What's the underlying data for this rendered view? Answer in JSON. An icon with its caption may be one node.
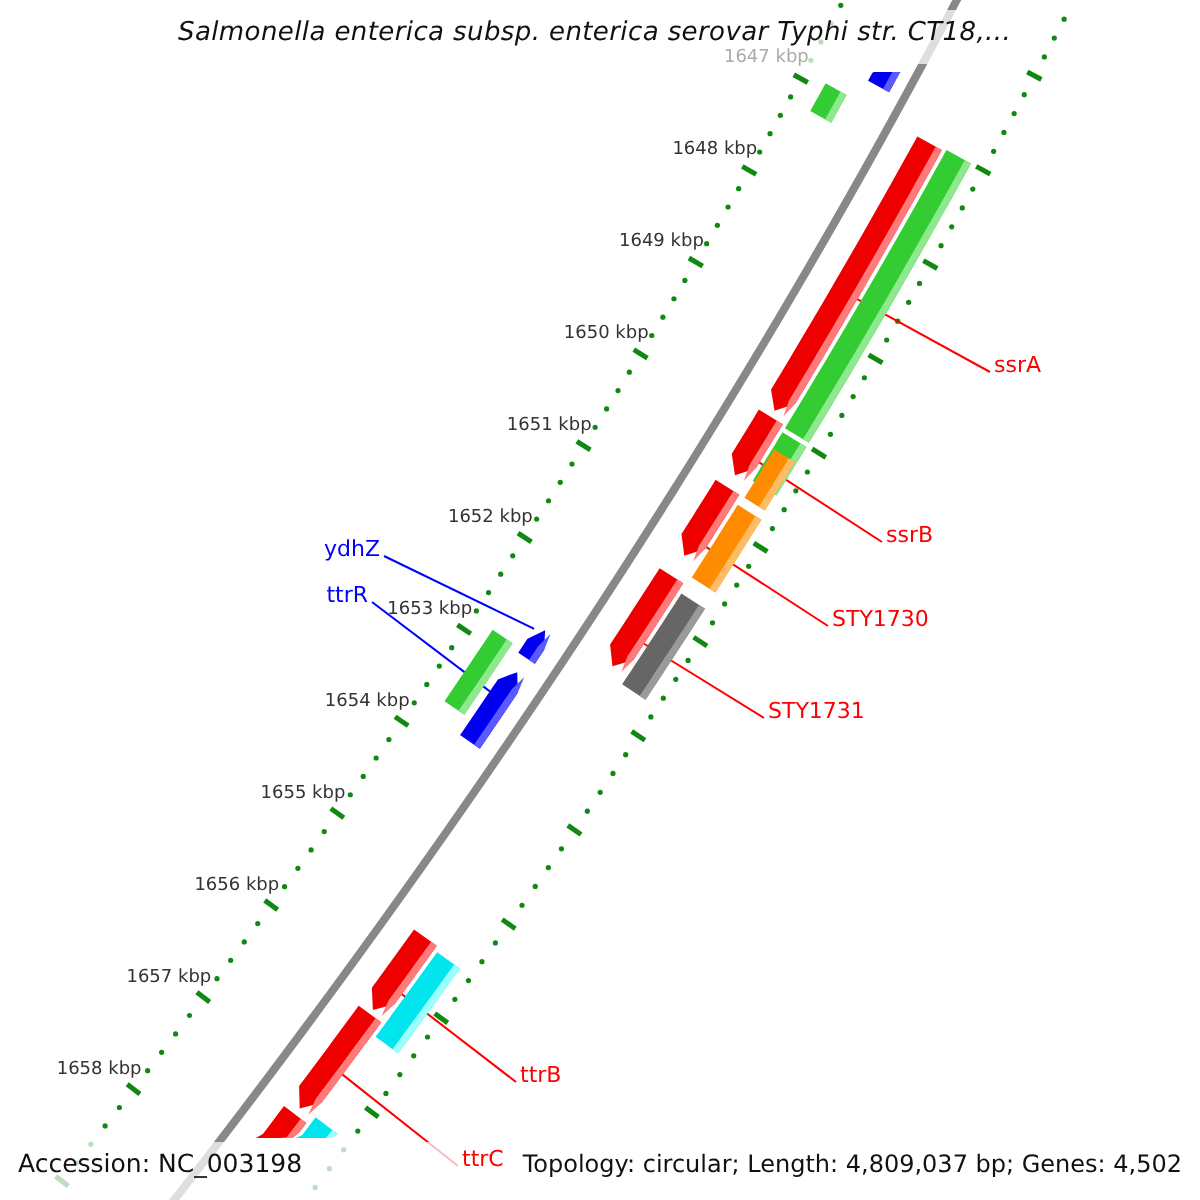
{
  "diagram": {
    "title": "Salmonella enterica subsp. enterica serovar Typhi str. CT18,...",
    "nodes": [
      {
        "text": [
          "ssrA"
        ]
      },
      {
        "text": [
          "ssrB"
        ]
      },
      {
        "text": [
          "ydhZ"
        ]
      },
      {
        "text": [
          "ttrR"
        ]
      },
      {
        "text": [
          "STY1730"
        ]
      },
      {
        "text": [
          "STY1731"
        ]
      },
      {
        "text": [
          "ttrB"
        ]
      },
      {
        "text": [
          "ttrC"
        ]
      },
      {
        "text": [],
        "shape": "bar"
      },
      {
        "text": [],
        "shape": "bar"
      },
      {
        "text": [],
        "shape": "bar"
      },
      {
        "text": [],
        "shape": "bar"
      },
      {
        "text": [],
        "shape": "bar"
      },
      {
        "text": [],
        "shape": "bar"
      },
      {
        "text": [],
        "shape": "bar"
      },
      {
        "text": [],
        "shape": "bar"
      },
      {
        "text": [],
        "shape": "bar"
      },
      {
        "text": [],
        "shape": "bar"
      },
      {
        "text": [],
        "shape": "bar"
      },
      {
        "text": [],
        "shape": "bar"
      },
      {
        "text": [],
        "shape": "bar"
      },
      {
        "text": [],
        "shape": "bar"
      },
      {
        "text": [],
        "shape": "bar"
      },
      {
        "text": [],
        "shape": "bar"
      },
      {
        "text": [],
        "shape": "bar"
      },
      {
        "text": [],
        "shape": "bar"
      },
      {
        "text": [],
        "shape": "bar"
      }
    ],
    "edges": [
      {
        "from": 0,
        "to": 11,
        "arrow": "none"
      },
      {
        "from": 1,
        "to": 12,
        "arrow": "none"
      },
      {
        "from": 2,
        "to": 19,
        "arrow": "none",
        "color": "#0000ff"
      },
      {
        "from": 3,
        "to": 21,
        "arrow": "none",
        "color": "#0000ff"
      },
      {
        "from": 4,
        "to": 15,
        "arrow": "none"
      },
      {
        "from": 5,
        "to": 17,
        "arrow": "none"
      },
      {
        "from": 6,
        "to": 22,
        "arrow": "none"
      },
      {
        "from": 7,
        "to": 24,
        "arrow": "none"
      }
    ],
    "labels": [
      "1647 kbp",
      "1648 kbp",
      "1649 kbp",
      "1650 kbp",
      "1651 kbp",
      "1652 kbp",
      "1653 kbp",
      "1654 kbp",
      "1655 kbp",
      "1656 kbp",
      "1657 kbp",
      "1658 kbp",
      "Accession: NC_003198",
      "Topology: circular; Length: 4,809,037 bp; Genes: 4,502"
    ]
  }
}
